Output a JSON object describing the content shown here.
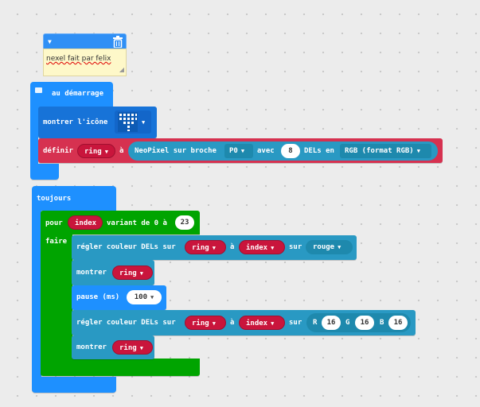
{
  "comment": {
    "text": "nexel fait par felix",
    "trash_icon": "trash-icon",
    "toggle_icon": "chevron-down-icon"
  },
  "on_start": {
    "label": "au démarrage",
    "show_icon": {
      "label": "montrer l'icône"
    },
    "set_ring": {
      "label": "définir",
      "variable": "ring",
      "to": "à",
      "neopixel_label": "NeoPixel sur broche",
      "pin": "P0",
      "with_label": "avec",
      "count": "8",
      "leds_in_label": "DELs en",
      "mode": "RGB (format RGB)"
    }
  },
  "forever": {
    "label": "toujours",
    "for_loop": {
      "for_label": "pour",
      "variable": "index",
      "range_label": "variant de 0 à",
      "end": "23",
      "do_label": "faire"
    },
    "statements": {
      "set_color_1": {
        "label": "régler couleur DELs sur",
        "target": "ring",
        "at": "à",
        "index": "index",
        "on": "sur",
        "color": "rouge"
      },
      "show_1": {
        "label": "montrer",
        "target": "ring"
      },
      "pause": {
        "label": "pause (ms)",
        "value": "100"
      },
      "set_color_2": {
        "label": "régler couleur DELs sur",
        "target": "ring",
        "at": "à",
        "index": "index",
        "on": "sur",
        "r_label": "R",
        "r": "16",
        "g_label": "G",
        "g": "16",
        "b_label": "B",
        "b": "16"
      },
      "show_2": {
        "label": "montrer",
        "target": "ring"
      }
    }
  },
  "colors": {
    "loops_blue": "#1e90ff",
    "for_green": "#00a400",
    "variable_red": "#d63150",
    "neopixel_teal": "#2999c3"
  }
}
